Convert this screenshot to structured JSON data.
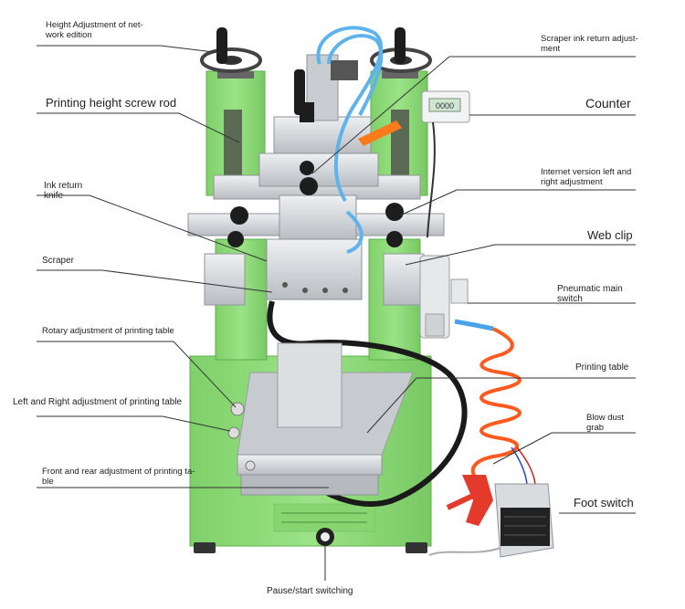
{
  "labels": {
    "height_adjust": [
      "Height Adjustment of net-",
      "work edition"
    ],
    "screw_rod": "Printing height screw rod",
    "ink_knife": [
      "Ink return",
      "knife"
    ],
    "scraper": "Scraper",
    "rotary_adjust": "Rotary adjustment of printing table",
    "lr_adjust_table": "Left and Right adjustment of printing table",
    "fr_adjust": [
      "Front and rear adjustment of printing ta-",
      "ble"
    ],
    "pause_start": "Pause/start switching",
    "scraper_ink_return": [
      "Scraper ink return adjust-",
      "ment"
    ],
    "counter": "Counter",
    "net_lr_adjust": [
      "Internet version left and",
      "right adjustment"
    ],
    "web_clip": "Web clip",
    "pneumatic_switch": [
      "Pneumatic main",
      "switch"
    ],
    "printing_table": "Printing table",
    "blow_dust": [
      "Blow dust",
      "grab"
    ],
    "foot_switch": "Foot switch"
  },
  "device": {
    "counter_display": "0000"
  },
  "colors": {
    "frame_green": "#8fdc7a",
    "frame_green_dark": "#6fbf5c",
    "metal": "#d9dcdf",
    "metal_dark": "#a9adb2",
    "knob": "#1d1d1d",
    "hose_orange": "#ff5a1f",
    "hose_blue": "#4aa3e8",
    "leader_line": "#333333"
  },
  "icons": [
    "handwheel-icon",
    "counter-icon",
    "pedal-icon",
    "air-gun-icon",
    "knob-icon"
  ]
}
